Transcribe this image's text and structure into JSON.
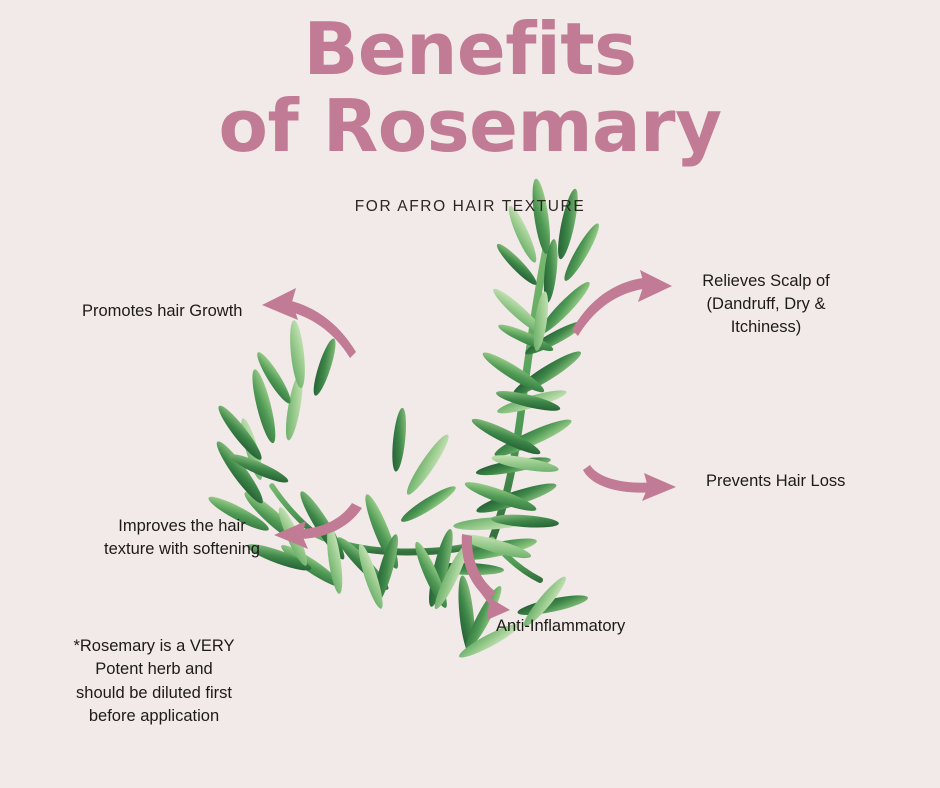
{
  "page": {
    "background_color": "#f1eae8",
    "accent_pink": "#c27b94",
    "text_color": "#1d1a18"
  },
  "header": {
    "title_line_1": "Benefits",
    "title_line_2": "of Rosemary",
    "subtitle": "FOR AFRO HAIR TEXTURE"
  },
  "callouts": [
    {
      "id": "promotes-hair-growth",
      "text": "Promotes hair Growth",
      "arrow_direction": "left"
    },
    {
      "id": "relieves-scalp",
      "text": "Relieves Scalp of\n(Dandruff, Dry &\nItchiness)",
      "arrow_direction": "right"
    },
    {
      "id": "prevents-hair-loss",
      "text": "Prevents Hair Loss",
      "arrow_direction": "right"
    },
    {
      "id": "improves-hair-texture",
      "text": "Improves the hair\ntexture with softening",
      "arrow_direction": "left"
    },
    {
      "id": "anti-inflammatory",
      "text": "Anti-Inflammatory",
      "arrow_direction": "down"
    }
  ],
  "footnote": {
    "text": "*Rosemary is a VERY\nPotent herb and\nshould be diluted first\nbefore application"
  },
  "illustration": {
    "subject": "rosemary-sprig",
    "style": "watercolor",
    "greens": [
      "#a9cfa2",
      "#7fba77",
      "#4f9a55",
      "#2f6f3c",
      "#1f5430",
      "#c6e0b8"
    ]
  }
}
